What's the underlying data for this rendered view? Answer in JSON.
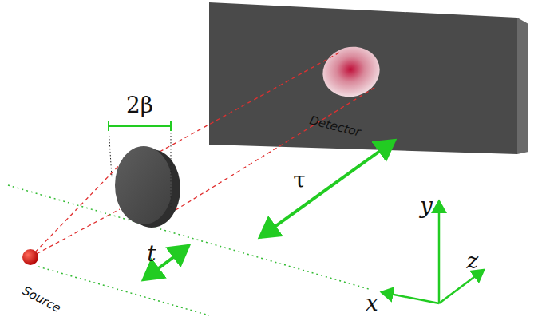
{
  "diagram": {
    "labels": [
      "2β",
      "τ",
      "t",
      "Detector",
      "Source",
      "y",
      "z",
      "x"
    ]
  }
}
